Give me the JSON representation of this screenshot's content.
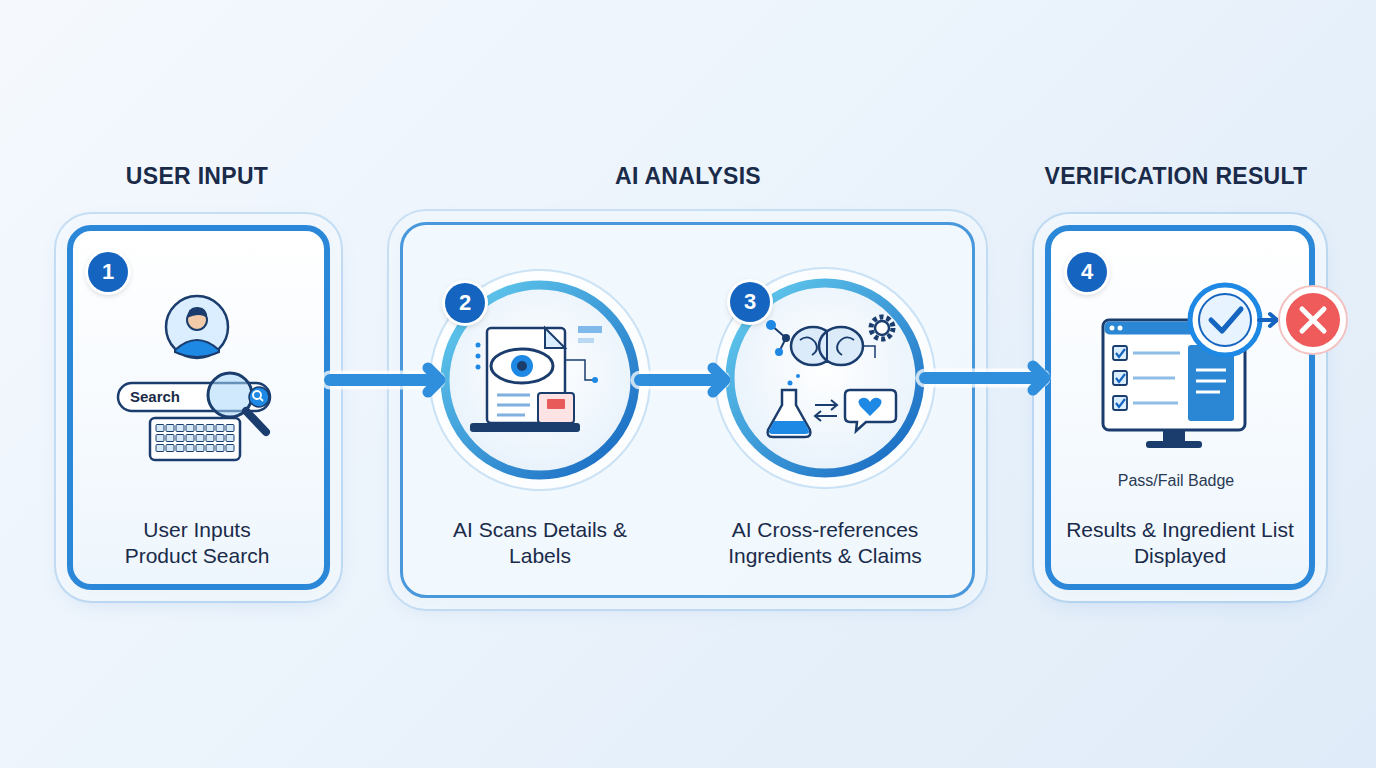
{
  "diagram": {
    "nodes": [
      {
        "text": [
          "USER INPUT",
          "1",
          "User Inputs Product Search"
        ]
      },
      {
        "text": [
          "AI ANALYSIS"
        ]
      },
      {
        "text": [
          "2",
          "AI Scans Details & Labels"
        ],
        "in": 1
      },
      {
        "text": [
          "3",
          "AI Cross-references Ingredients & Claims"
        ],
        "in": 1
      },
      {
        "text": [
          "VERIFICATION RESULT",
          "4",
          "Pass/Fail Badge",
          "Results & Ingredient List Displayed"
        ]
      }
    ],
    "edges": [
      {
        "from": 0,
        "to": 2,
        "arrow": "to"
      },
      {
        "from": 2,
        "to": 3,
        "arrow": "to"
      },
      {
        "from": 3,
        "to": 4,
        "arrow": "to"
      }
    ],
    "labels": [
      "Search"
    ]
  }
}
